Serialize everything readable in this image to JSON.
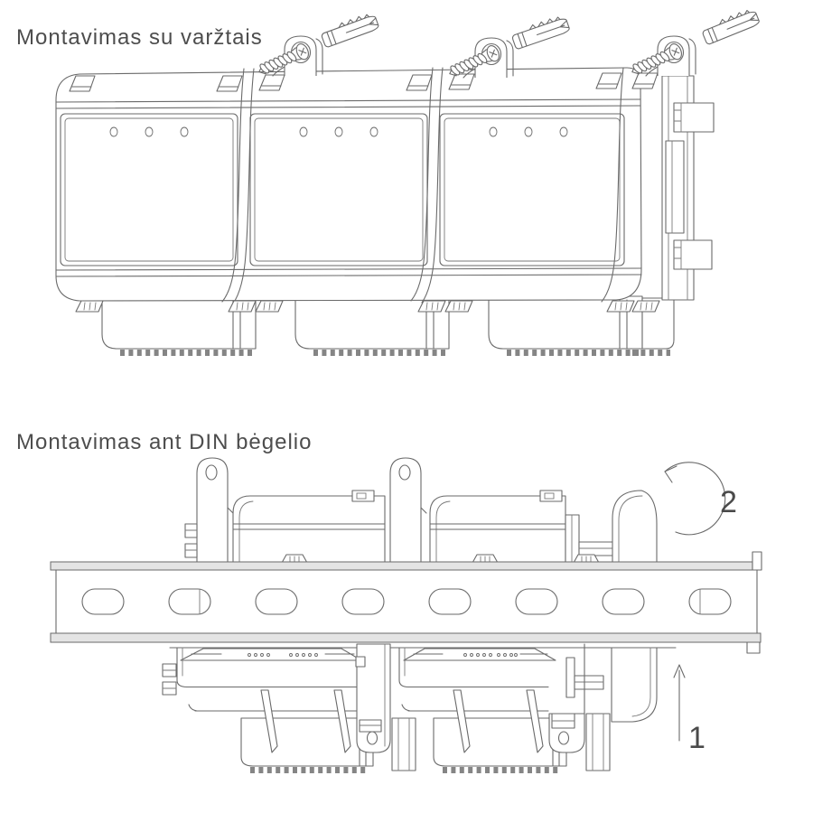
{
  "page": {
    "background": "#ffffff"
  },
  "colors": {
    "line": "#6a6a6a",
    "text": "#4d4d4d",
    "rail_strip": "#e4e4e4"
  },
  "sections": {
    "screw_mount": {
      "title": "Montavimas su varžtais"
    },
    "din_mount": {
      "title": "Montavimas ant DIN bėgelio",
      "step_push_label": "1",
      "step_rotate_label": "2"
    }
  }
}
